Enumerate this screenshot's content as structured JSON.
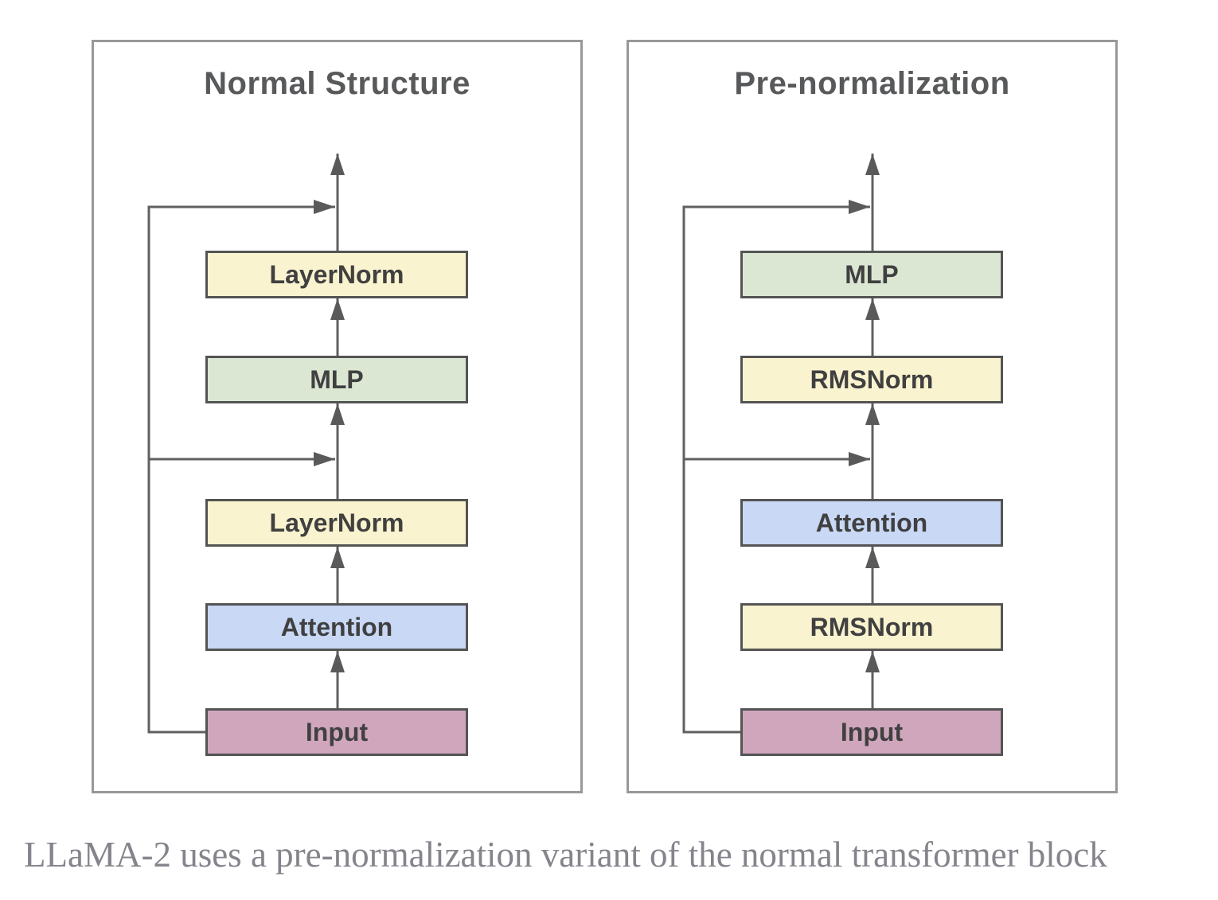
{
  "caption": "LLaMA-2 uses a pre-normalization variant of the normal transformer block",
  "colors": {
    "node_yellow": "#faf3cf",
    "node_green": "#dbe7d3",
    "node_blue": "#c8d8f5",
    "node_pink": "#d0a6bd",
    "arrow_line": "#606060",
    "box_border": "#545454",
    "panel_border": "#989898",
    "title_text": "#58595b",
    "node_text": "#404040",
    "caption_text": "#84848c"
  },
  "panels": [
    {
      "title": "Normal Structure",
      "boxes": [
        {
          "label": "LayerNorm",
          "color": "#faf3cf"
        },
        {
          "label": "MLP",
          "color": "#dbe7d3"
        },
        {
          "label": "LayerNorm",
          "color": "#faf3cf"
        },
        {
          "label": "Attention",
          "color": "#c8d8f5"
        },
        {
          "label": "Input",
          "color": "#d0a6bd"
        }
      ]
    },
    {
      "title": "Pre-normalization",
      "boxes": [
        {
          "label": "MLP",
          "color": "#dbe7d3"
        },
        {
          "label": "RMSNorm",
          "color": "#faf3cf"
        },
        {
          "label": "Attention",
          "color": "#c8d8f5"
        },
        {
          "label": "RMSNorm",
          "color": "#faf3cf"
        },
        {
          "label": "Input",
          "color": "#d0a6bd"
        }
      ]
    }
  ]
}
